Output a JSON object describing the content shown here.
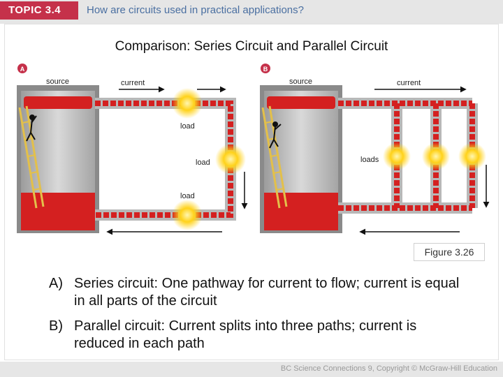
{
  "header": {
    "topic_label": "TOPIC 3.4",
    "question": "How are circuits used in practical applications?"
  },
  "slide": {
    "title": "Comparison: Series Circuit and Parallel Circuit",
    "figure_caption": "Figure 3.26",
    "bullets": [
      {
        "marker": "A)",
        "text": "Series circuit: One pathway for current to flow; current is equal in all parts of the circuit"
      },
      {
        "marker": "B)",
        "text": "Parallel circuit: Current splits into three paths; current is reduced in each path"
      }
    ]
  },
  "diagram": {
    "panel_a": {
      "badge": "A",
      "source_label": "source",
      "current_label": "current",
      "load_labels": [
        "load",
        "load",
        "load"
      ]
    },
    "panel_b": {
      "badge": "B",
      "source_label": "source",
      "current_label": "current",
      "loads_label": "loads"
    },
    "colors": {
      "accent": "#c5314a",
      "wire": "#b8b8b8",
      "electron": "#d42020",
      "glow": "#ffd21a",
      "ladder": "#e3c04a"
    }
  },
  "footer": {
    "copyright": "BC Science Connections 9, Copyright © McGraw-Hill Education"
  }
}
